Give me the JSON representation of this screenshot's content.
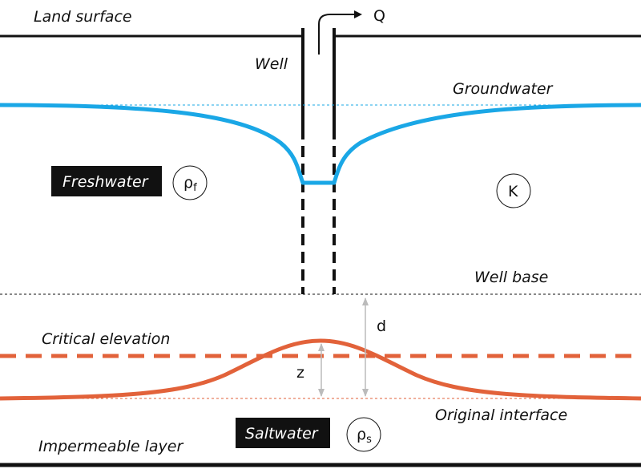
{
  "labels": {
    "land_surface": "Land surface",
    "well": "Well",
    "groundwater": "Groundwater",
    "freshwater": "Freshwater",
    "well_base": "Well base",
    "critical_elevation": "Critical elevation",
    "original_interface": "Original interface",
    "saltwater": "Saltwater",
    "impermeable_layer": "Impermeable layer"
  },
  "symbols": {
    "discharge": "Q",
    "rho_freshwater": "ρ",
    "rho_freshwater_sub": "f",
    "rho_saltwater": "ρ",
    "rho_saltwater_sub": "s",
    "conductivity": "K",
    "d": "d",
    "z": "z"
  },
  "colors": {
    "groundwater": "#1aa7e6",
    "interface": "#e2623a",
    "ink": "#111111",
    "guide": "#bbbbbb"
  }
}
